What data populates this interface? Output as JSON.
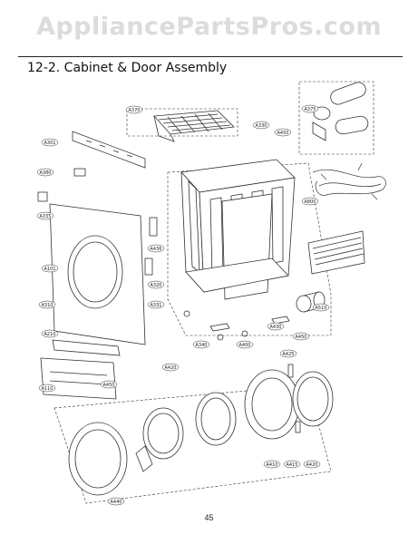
{
  "watermark": "AppliancePartsPros.com",
  "heading": "12-2. Cabinet & Door Assembly",
  "page_number": "45",
  "callouts": [
    "A370",
    "A301",
    "A380",
    "A335",
    "A800",
    "A330",
    "A450",
    "A375",
    "A310",
    "A101",
    "A320",
    "A331",
    "A340",
    "A510",
    "A420",
    "A436",
    "A450",
    "A425",
    "A410",
    "A420",
    "A415",
    "A440",
    "A400",
    "A430",
    "A450",
    "A210",
    "A110"
  ]
}
